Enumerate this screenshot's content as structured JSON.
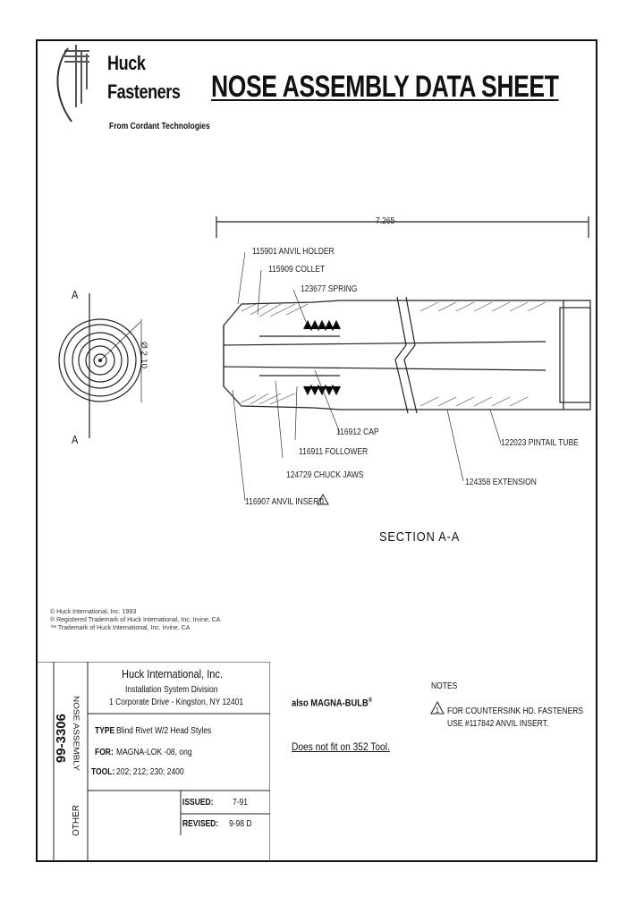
{
  "brand": {
    "line1": "Huck",
    "line2": "Fasteners",
    "tagline": "From Cordant Technologies"
  },
  "document": {
    "title": "NOSE ASSEMBLY DATA SHEET"
  },
  "drawing": {
    "overall_length": "7.265",
    "diameter": "Ø 2.10",
    "section_marker": "A",
    "section_label": "SECTION  A-A",
    "callouts": {
      "anvil_holder": "115901 ANVIL HOLDER",
      "collet": "115909 COLLET",
      "spring": "123677 SPRING",
      "cap": "116912 CAP",
      "follower": "116911 FOLLOWER",
      "chuck_jaws": "124729 CHUCK JAWS",
      "anvil_insert": "116907 ANVIL INSERT",
      "pintail_tube": "122023 PINTAIL TUBE",
      "extension": "124358 EXTENSION"
    }
  },
  "legal": {
    "line1": "© Huck International, Inc. 1993",
    "line2": "® Registered Trademark of Huck International, Inc. Irvine, CA",
    "line3": "™ Trademark of Huck International, Inc. Irvine, CA"
  },
  "title_block": {
    "doc_number": "99-3306",
    "category": "NOSE ASSEMBLY",
    "other": "OTHER",
    "company": "Huck International, Inc.",
    "division": "Installation System Division",
    "address": "1 Corporate Drive - Kingston, NY  12401",
    "type_label": "TYPE",
    "type_value": "Blind Rivet W/2 Head Styles",
    "for_label": "FOR:",
    "for_value": "MAGNA-LOK -08, ong",
    "tool_label": "TOOL:",
    "tool_value": "202; 212; 230; 2400",
    "issued_label": "ISSUED:",
    "issued_value": "7-91",
    "revised_label": "REVISED:",
    "revised_value": "9-98 D"
  },
  "notes": {
    "also": "also MAGNA-BULB",
    "also_mark": "®",
    "does_not_fit": "Does not fit on 352 Tool.",
    "heading": "NOTES",
    "note1_line1": "FOR COUNTERSINK HD. FASTENERS",
    "note1_line2": "USE #117842 ANVIL INSERT.",
    "warning_number": "1"
  }
}
